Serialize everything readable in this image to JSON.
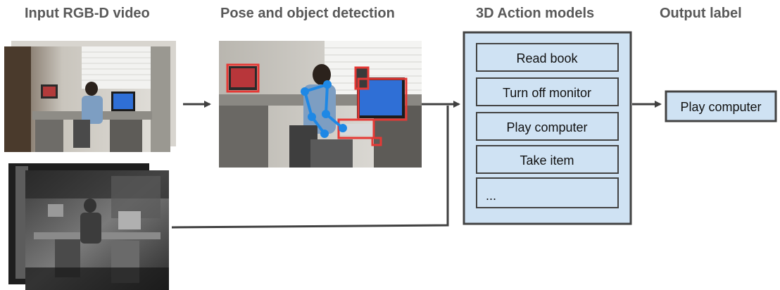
{
  "headings": {
    "input": "Input RGB-D video",
    "detection": "Pose and object detection",
    "models": "3D Action models",
    "output": "Output label"
  },
  "action_models": [
    "Read book",
    "Turn off monitor",
    "Play computer",
    "Take item",
    "..."
  ],
  "output_label": "Play computer",
  "colors": {
    "box_fill": "#cfe2f3",
    "box_stroke": "#434343",
    "arrow": "#404040",
    "heading_text": "#595959",
    "detection_box": "#e53935",
    "skeleton": "#1e88e5"
  },
  "icons": {
    "rgb_frames": "office-scene-photo",
    "depth_frames": "depth-map-photo",
    "detection_frame": "annotated-office-photo"
  }
}
